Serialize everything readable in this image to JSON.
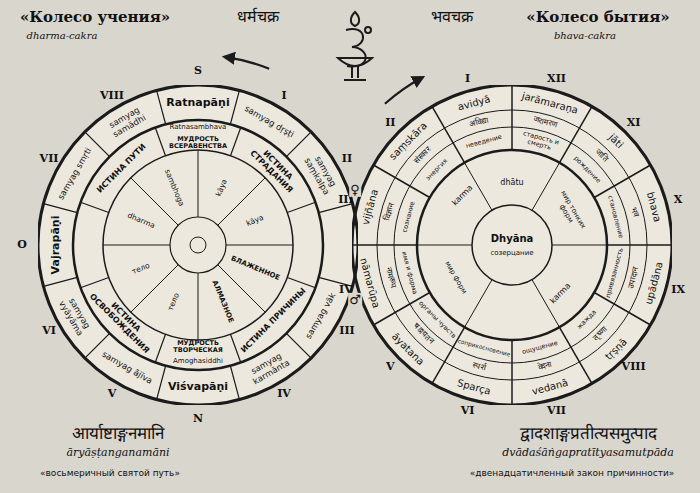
{
  "diagram": {
    "nodes": [
      {
        "text": [
          "Ratnapāṇi",
          "Vajrapāṇi",
          "Viśvapāṇi",
          "samyag dṛṣṭi",
          "samyag saṃkalpa",
          "samyag vāk",
          "samyag karmānta",
          "samyag ājīva",
          "samyag vyāyāma",
          "samyag smṛti",
          "samyag samādhi",
          "ИСТИНА СТРАДАНИЯ",
          "ИСТИНА ПРИЧИНЫ",
          "ИСТИНА ОСВОБОЖДЕНИЯ",
          "ИСТИНА ПУТИ",
          "Ratnasambhava",
          "МУДРОСТЬ ВСЕРАВЕНСТВА",
          "Amoghasiddhi",
          "МУДРОСТЬ ТВОРЧЕСКАЯ",
          "kāya",
          "kāya",
          "БЛАЖЕННОЕ",
          "АЛМАЗНОЕ",
          "тело",
          "тело",
          "dharma",
          "sambhoga"
        ]
      },
      {
        "text": [
          "jarāmaraṇa",
          "jāti",
          "bhava",
          "upādāna",
          "tṛṣṇā",
          "vedanā",
          "Sparça",
          "āyatana",
          "nāmarūpa",
          "vijñāna",
          "saṃskāra",
          "avidyā",
          "जरामरण",
          "जाति",
          "भव",
          "उपादान",
          "तृष्णा",
          "वेदना",
          "स्पर्श",
          "षडायतन",
          "नामरूप",
          "विज्ञान",
          "संस्कार",
          "अविद्या",
          "старость и смерть",
          "рождение",
          "становление",
          "привязанность",
          "жажда",
          "ощущение",
          "соприкосновение",
          "органы чувств",
          "имя и форма",
          "сознание",
          "энергия",
          "неведение",
          "Dhyāna",
          "созерцание",
          "dhātu",
          "мир тонких форм",
          "karma",
          "мир форм",
          "karma"
        ]
      }
    ],
    "labels": [
      "«Колесо учения»",
      "dharma-cakra",
      "धर्मचक्र",
      "भवचक्र",
      "«Колесо бытия»",
      "bhava-cakra",
      "आर्याष्टाङ्गनमानि",
      "āryāṣṭanganamāni",
      "«восьмеричный святой путь»",
      "द्वादशाङ्गप्रतीत्यसमुत्पाद",
      "dvādaśāṅgapratītyasamutpāda",
      "«двенадцатичленный закон причинности»",
      "S",
      "N",
      "O",
      "I",
      "II",
      "III",
      "IV",
      "V",
      "VI",
      "VII",
      "VIII",
      "I",
      "II",
      "III",
      "IV",
      "V",
      "VI",
      "VII",
      "VIII",
      "IX",
      "X",
      "XI",
      "XII",
      "♀",
      "♂"
    ]
  }
}
